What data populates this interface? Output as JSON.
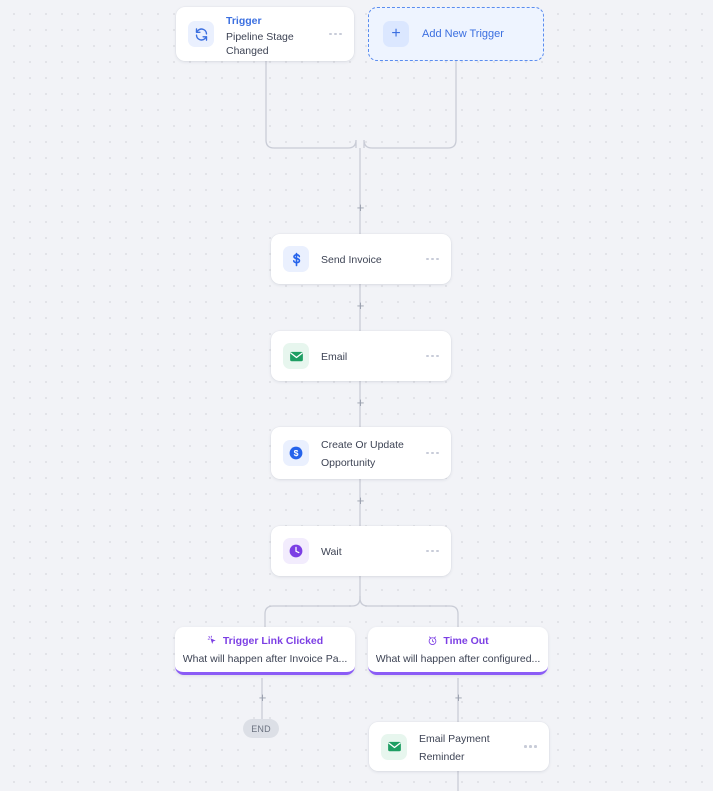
{
  "canvas": {
    "grid": "dot-grid",
    "background_color": "#f2f3f7",
    "accent_blue": "#3b6fe0",
    "accent_purple": "#8b5cf6",
    "line_color": "#c9ccd6"
  },
  "trigger": {
    "label": "Trigger",
    "subtitle": "Pipeline Stage Changed",
    "icon": "sync-arrows-icon",
    "menu": "more-options-icon"
  },
  "add_trigger": {
    "label": "Add New Trigger",
    "icon": "plus-icon"
  },
  "actions": [
    {
      "id": "send-invoice",
      "title": "Send Invoice",
      "icon": "dollar-sign-icon",
      "menu": "more-options-icon"
    },
    {
      "id": "email",
      "title": "Email",
      "icon": "envelope-icon",
      "menu": "more-options-icon"
    },
    {
      "id": "create-or-update-opportunity",
      "title": "Create Or Update Opportunity",
      "icon": "dollar-circle-icon",
      "menu": "more-options-icon"
    },
    {
      "id": "wait",
      "title": "Wait",
      "icon": "clock-icon",
      "menu": "more-options-icon"
    }
  ],
  "branches": [
    {
      "id": "trigger-link-clicked",
      "title": "Trigger Link Clicked",
      "subtitle": "What will happen after Invoice Pa...",
      "icon": "click-cursor-icon"
    },
    {
      "id": "time-out",
      "title": "Time Out",
      "subtitle": "What will happen after configured...",
      "icon": "alarm-clock-icon"
    }
  ],
  "terminal": {
    "end_label": "END"
  },
  "bottom_action": {
    "id": "email-payment-reminder",
    "title": "Email Payment Reminder",
    "icon": "envelope-icon",
    "menu": "more-options-icon"
  },
  "add_buttons": {
    "label": "+",
    "count": 7
  }
}
